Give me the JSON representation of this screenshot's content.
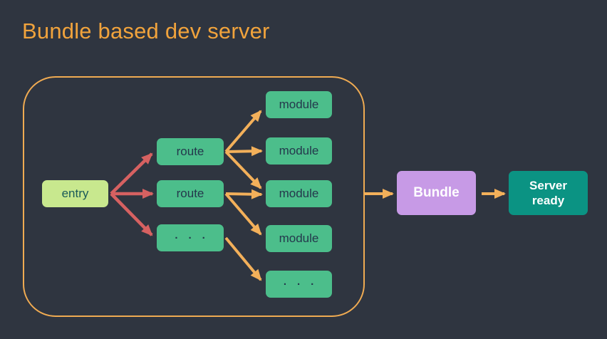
{
  "title": "Bundle based dev server",
  "colors": {
    "background": "#2f3540",
    "title": "#f1a33c",
    "container_border": "#f0ab52",
    "arrow_orange": "#f3b05a",
    "arrow_red": "#d66161",
    "entry_bg": "#c8e88e",
    "entry_text": "#1a5a58",
    "node_bg": "#4cbe8b",
    "node_text": "#24384c",
    "bundle_bg": "#c79ae6",
    "bundle_text": "#ffffff",
    "server_bg": "#0b9383",
    "server_text": "#ffffff"
  },
  "diagram": {
    "entry": {
      "label": "entry"
    },
    "routes": [
      {
        "label": "route"
      },
      {
        "label": "route"
      },
      {
        "label": "· · ·"
      }
    ],
    "modules": [
      {
        "label": "module"
      },
      {
        "label": "module"
      },
      {
        "label": "module"
      },
      {
        "label": "module"
      },
      {
        "label": "· · ·"
      }
    ],
    "bundle": {
      "label": "Bundle"
    },
    "server": {
      "label": "Server ready"
    },
    "edges": [
      {
        "from": "entry",
        "to": "route-1",
        "color": "red"
      },
      {
        "from": "entry",
        "to": "route-2",
        "color": "red"
      },
      {
        "from": "entry",
        "to": "route-more",
        "color": "red"
      },
      {
        "from": "route-1",
        "to": "module-1",
        "color": "orange"
      },
      {
        "from": "route-1",
        "to": "module-2",
        "color": "orange"
      },
      {
        "from": "route-1",
        "to": "module-3",
        "color": "orange"
      },
      {
        "from": "route-2",
        "to": "module-3",
        "color": "orange"
      },
      {
        "from": "route-2",
        "to": "module-4",
        "color": "orange"
      },
      {
        "from": "route-more",
        "to": "module-more",
        "color": "orange"
      },
      {
        "from": "container",
        "to": "bundle",
        "color": "orange"
      },
      {
        "from": "bundle",
        "to": "server-ready",
        "color": "orange"
      }
    ]
  }
}
